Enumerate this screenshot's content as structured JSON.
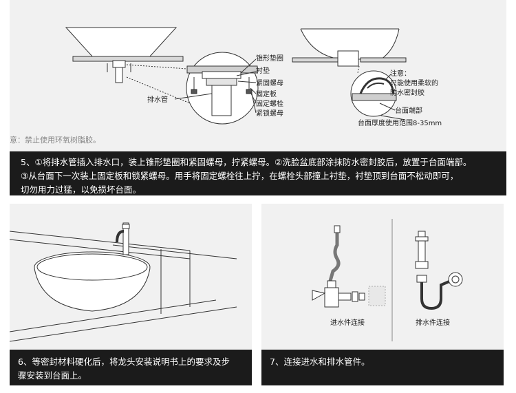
{
  "step5": {
    "labels": {
      "cone_gasket": "锥形垫圈",
      "liner_pad": "衬垫",
      "fastening_nut": "紧固螺母",
      "fixing_plate": "固定板",
      "fixing_bolt": "固定螺栓",
      "lock_nut": "紧锁螺母",
      "drain_pipe": "排水管",
      "note_title": "注意：",
      "note_line1": "只能使用柔软的",
      "note_line2": "防水密封胶",
      "countertop_end": "台面端部",
      "thickness_range": "台面厚度使用范围8-35mm",
      "warning": "意：禁止使用环氧树脂胶。"
    },
    "caption_lines": [
      "5、①将排水管插入排水口，装上锥形垫圈和紧固螺母，拧紧螺母。②洗脸盆底部涂抹防水密封胶后，放置于台面端部。",
      "③从台面下一次装上固定板和锁紧螺母。用手将固定螺栓往上拧，在螺栓头部撞上衬垫，衬垫顶到台面不松动即可，",
      "切勿用力过猛，以免损坏台面。"
    ]
  },
  "step6": {
    "caption_lines": [
      "6、等密封材料硬化后，将龙头安装说明书上的要求及步",
      "骤安装到台面上。"
    ]
  },
  "step7": {
    "inlet_label": "进水件连接",
    "drain_label": "排水件连接",
    "caption_lines": [
      "7、连接进水和排水管件。"
    ]
  },
  "colors": {
    "panel_bg": "#f1f1f1",
    "caption_bg": "#1b1b1b",
    "caption_text": "#ffffff",
    "line_art": "#333333"
  }
}
